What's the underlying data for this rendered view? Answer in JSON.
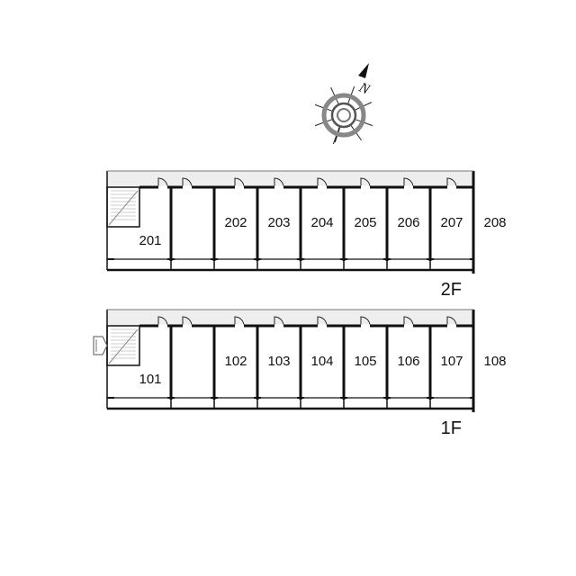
{
  "compass": {
    "north_label": "N",
    "icon": "compass-rose-icon"
  },
  "floors": [
    {
      "label": "2F",
      "units": [
        "201",
        "202",
        "203",
        "204",
        "205",
        "206",
        "207",
        "208"
      ]
    },
    {
      "label": "1F",
      "units": [
        "101",
        "102",
        "103",
        "104",
        "105",
        "106",
        "107",
        "108"
      ]
    }
  ],
  "colors": {
    "wall": "#111111",
    "corridor": "#eeeeee",
    "stairs": "#cccccc",
    "compass_ring": "#888888"
  }
}
